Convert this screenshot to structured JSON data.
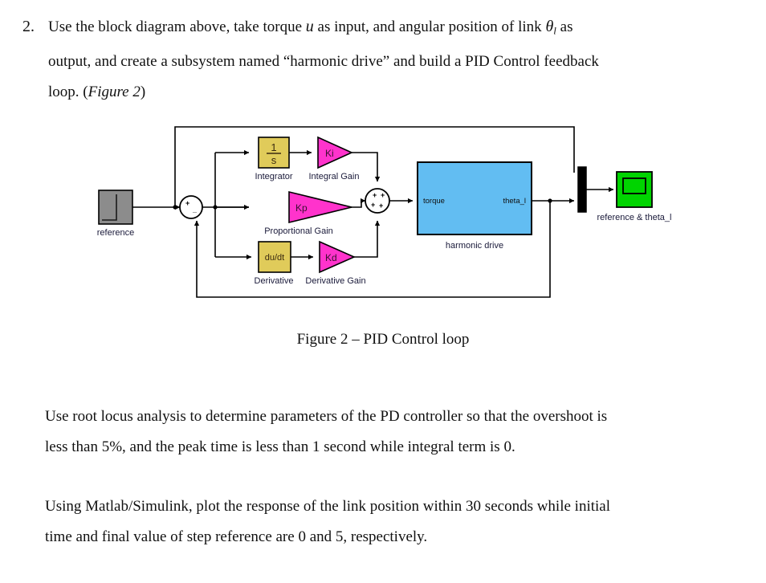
{
  "question": {
    "number": "2.",
    "line1_a": "Use the block diagram above, take torque ",
    "line1_var": "u",
    "line1_b": " as input, and angular position of link ",
    "line1_var2": "θ",
    "line1_sub2": "l",
    "line1_c": " as",
    "line2": "output, and create a subsystem named “harmonic drive” and build a PID Control feedback",
    "line3_a": "loop. (",
    "line3_italic": "Figure 2",
    "line3_b": ")"
  },
  "figure": {
    "caption": "Figure 2 – PID Control loop",
    "blocks": {
      "reference": {
        "label": "reference",
        "kind": "step-source",
        "color": "#8c8c8c"
      },
      "sum_error": {
        "label": "",
        "kind": "sum-circle",
        "signs": "+-"
      },
      "integrator": {
        "label": "Integrator",
        "text_num": "1",
        "text_den": "s",
        "color": "#e0cb5a"
      },
      "integral_gain": {
        "label": "Integral Gain",
        "text": "Ki",
        "color": "#ff33cc"
      },
      "proportional_gain": {
        "label": "Proportional Gain",
        "text": "Kp",
        "color": "#ff33cc"
      },
      "derivative": {
        "label": "Derivative",
        "text": "du/dt",
        "color": "#e0cb5a"
      },
      "derivative_gain": {
        "label": "Derivative Gain",
        "text": "Kd",
        "color": "#ff33cc"
      },
      "sum_pid": {
        "label": "",
        "kind": "sum-circle",
        "signs": "+++"
      },
      "harmonic_drive": {
        "label": "harmonic drive",
        "input_port": "torque",
        "output_port": "theta_l",
        "color": "#62bdf2"
      },
      "mux": {
        "label": "",
        "kind": "mux",
        "color": "#000000"
      },
      "scope": {
        "label": "reference & theta_l",
        "kind": "scope",
        "color": "#00d400"
      }
    }
  },
  "paragraphs": {
    "p1_line1": "Use root locus analysis to determine parameters of the PD controller so that the overshoot is",
    "p1_line2": "less than 5%, and the peak time is less than 1 second while integral term is 0.",
    "p2_line1": "Using Matlab/Simulink, plot the response of the link position within 30 seconds while initial",
    "p2_line2": "time and final value of step reference are 0 and 5, respectively."
  }
}
